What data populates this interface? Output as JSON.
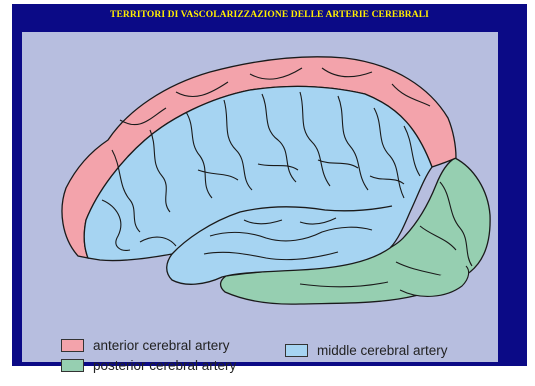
{
  "slide": {
    "title": "TERRITORI DI VASCOLARIZZAZIONE  DELLE ARTERIE  CEREBRALI"
  },
  "colors": {
    "frame": "#0b0a86",
    "title": "#ffee00",
    "panel": "#b7bedf",
    "anterior": "#f3a3ab",
    "middle": "#a6d4f2",
    "posterior": "#96cfb1",
    "outline": "#1a1a1a"
  },
  "legend": {
    "anterior": "anterior cerebral artery",
    "middle": "middle cerebral artery",
    "posterior": "posterior cerebral artery"
  }
}
